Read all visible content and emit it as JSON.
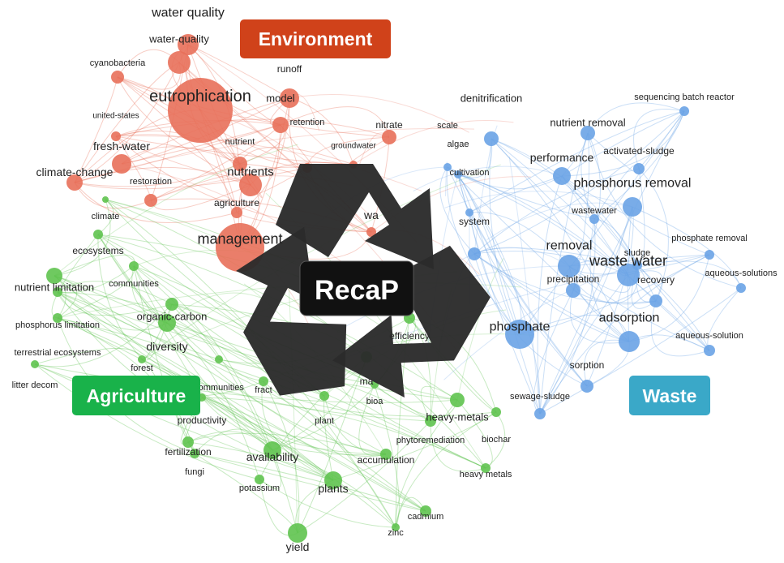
{
  "colors": {
    "environment": "#e8705a",
    "agriculture": "#5fc34f",
    "waste": "#6aa3e6",
    "environment_box": "#d0421a",
    "agriculture_box": "#19b24a",
    "waste_box": "#3aa8c8",
    "recycle_symbol": "#2b2b2b",
    "center_box": "#111111"
  },
  "categories": {
    "environment": "Environment",
    "agriculture": "Agriculture",
    "waste": "Waste"
  },
  "center": {
    "label": "RecaP",
    "icon": "recycle-icon"
  },
  "network": {
    "environment": [
      "water quality",
      "water-quality",
      "cyanobacteria",
      "runoff",
      "eutrophication",
      "model",
      "united-states",
      "retention",
      "nitrate",
      "nutrient",
      "fresh-water",
      "groundwater",
      "nutrients",
      "climate-change",
      "restoration",
      "agriculture",
      "management",
      "wa"
    ],
    "agriculture": [
      "climate",
      "ecosystems",
      "nutrient limitation",
      "communities",
      "phosphorus limitation",
      "organic-carbon",
      "diversity",
      "terrestrial ecosystems",
      "forest",
      "litter decom",
      "communities",
      "fract",
      "ma",
      "bioa",
      "productivity",
      "plant",
      "heavy-metals",
      "phytoremediation",
      "biochar",
      "fertilization",
      "availability",
      "accumulation",
      "fungi",
      "heavy metals",
      "potassium",
      "plants",
      "cadmium",
      "zinc",
      "yield",
      "efficiency"
    ],
    "waste": [
      "denitrification",
      "sequencing batch reactor",
      "scale",
      "algae",
      "nutrient removal",
      "activated-sludge",
      "performance",
      "cultivation",
      "phosphorus removal",
      "system",
      "wastewater",
      "removal",
      "sludge",
      "phosphate removal",
      "waste water",
      "precipitation",
      "recovery",
      "aqueous-solutions",
      "phosphate",
      "adsorption",
      "aqueous-solution",
      "sorption",
      "sewage-sludge"
    ]
  }
}
